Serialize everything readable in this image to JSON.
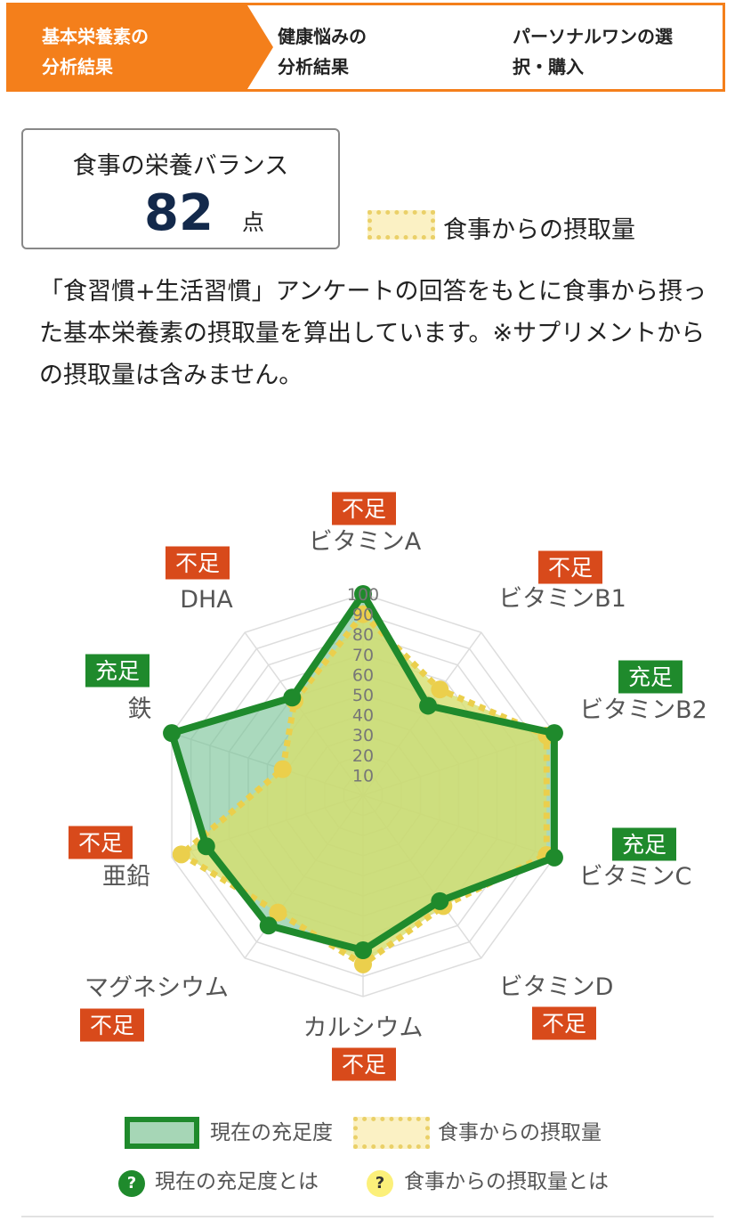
{
  "steps": [
    {
      "line1": "基本栄養素の",
      "line2": "分析結果"
    },
    {
      "line1": "健康悩みの",
      "line2": "分析結果"
    },
    {
      "line1": "パーソナルワンの選",
      "line2": "択・購入"
    }
  ],
  "score": {
    "title": "食事の栄養バランス",
    "value": "82",
    "unit": "点"
  },
  "top_legend": {
    "label": "食事からの摂取量"
  },
  "description": "「食習慣+生活習慣」アンケートの回答をもとに食事から摂った基本栄養素の摂取量を算出しています。※サプリメントからの摂取量は含みません。",
  "legend": {
    "current_label": "現在の充足度",
    "intake_label": "食事からの摂取量",
    "help_current": "現在の充足度とは",
    "help_intake": "食事からの摂取量とは",
    "help_icon_text": "?"
  },
  "colors": {
    "accent_orange": "#f47f1b",
    "insufficient_badge": "#d84a1b",
    "sufficient_badge": "#1f8a2c",
    "current_line": "#1f8a2c",
    "intake_line": "#ead068",
    "score_value": "#13294b"
  },
  "chart_data": {
    "type": "radar",
    "title": "",
    "ylim": [
      0,
      100
    ],
    "ticks": [
      10,
      20,
      30,
      40,
      50,
      60,
      70,
      80,
      90,
      100
    ],
    "categories": [
      "ビタミンA",
      "ビタミンB1",
      "ビタミンB2",
      "ビタミンC",
      "ビタミンD",
      "カルシウム",
      "マグネシウム",
      "亜鉛",
      "鉄",
      "DHA"
    ],
    "status": [
      "不足",
      "不足",
      "充足",
      "充足",
      "不足",
      "不足",
      "不足",
      "不足",
      "充足",
      "不足"
    ],
    "series": [
      {
        "name": "現在の充足度",
        "values": [
          100,
          55,
          100,
          100,
          65,
          77,
          80,
          82,
          100,
          60
        ]
      },
      {
        "name": "食事からの摂取量",
        "values": [
          90,
          65,
          96,
          96,
          68,
          84,
          72,
          95,
          42,
          58
        ]
      }
    ]
  }
}
